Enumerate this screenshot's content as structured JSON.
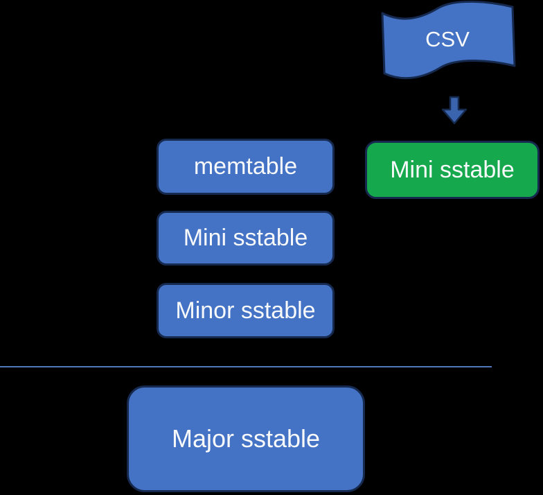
{
  "colors": {
    "background": "#000000",
    "shape_blue": "#4472C4",
    "shape_green": "#16A84C",
    "shape_border": "#16294E",
    "arrow_blue": "#3A65AE",
    "divider_blue": "#5078B8",
    "text": "#F7F9FB"
  },
  "nodes": {
    "csv": {
      "label": "CSV",
      "shape": "wave-flag"
    },
    "memtable": {
      "label": "memtable"
    },
    "mini_sstable_incoming": {
      "label": "Mini sstable"
    },
    "mini_sstable": {
      "label": "Mini sstable"
    },
    "minor_sstable": {
      "label": "Minor sstable"
    },
    "major_sstable": {
      "label": "Major sstable"
    }
  },
  "connectors": {
    "csv_to_mini_sstable": "down-arrow"
  }
}
